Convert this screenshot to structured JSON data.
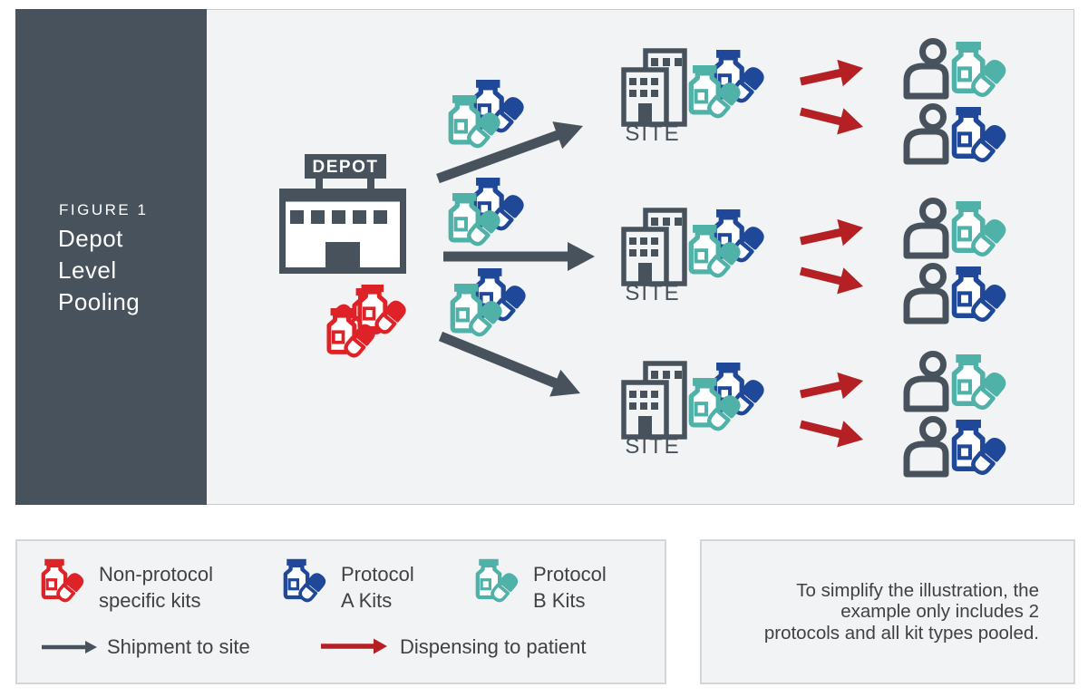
{
  "figure": {
    "label": "FIGURE 1",
    "title": "Depot\nLevel\nPooling"
  },
  "depot": {
    "label": "DEPOT"
  },
  "sites": [
    {
      "label": "SITE",
      "patients": [
        {
          "kit": "teal"
        },
        {
          "kit": "blue"
        }
      ]
    },
    {
      "label": "SITE",
      "patients": [
        {
          "kit": "teal"
        },
        {
          "kit": "blue"
        }
      ]
    },
    {
      "label": "SITE",
      "patients": [
        {
          "kit": "teal"
        },
        {
          "kit": "blue"
        }
      ]
    }
  ],
  "legend": {
    "kits": [
      {
        "label": "Non-protocol\nspecific kits",
        "color": "kitRed"
      },
      {
        "label": "Protocol\nA Kits",
        "color": "blue"
      },
      {
        "label": "Protocol\nB Kits",
        "color": "teal"
      }
    ],
    "arrows": [
      {
        "label": "Shipment to site",
        "color": "slate"
      },
      {
        "label": "Dispensing to patient",
        "color": "arrowRed"
      }
    ]
  },
  "note": {
    "text": "To simplify the illustration, the\nexample only includes 2\nprotocols and all kit types pooled."
  },
  "colors": {
    "slate": "#47525C",
    "panelBg": "#F2F3F4",
    "panelBorder": "#C9CBCC",
    "boxBorder": "#D5D6D7",
    "kitRed": "#DE2328",
    "arrowRed": "#B52025",
    "blue": "#1F4899",
    "teal": "#4FB1A7",
    "text": "#414042",
    "white": "#FFFFFF"
  }
}
